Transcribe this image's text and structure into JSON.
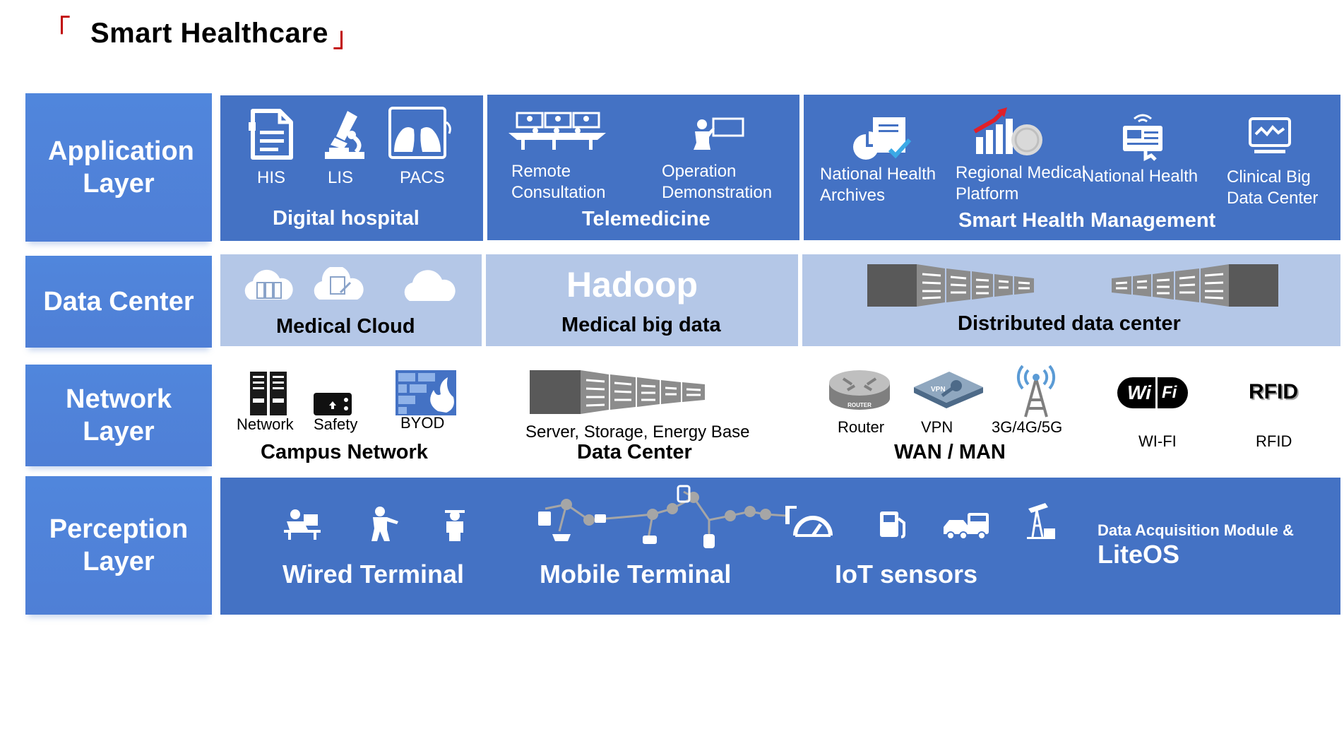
{
  "title": "Smart Healthcare",
  "layers": {
    "application": "Application Layer",
    "data_center": "Data Center",
    "network": "Network Layer",
    "perception": "Perception Layer"
  },
  "digital_hospital": {
    "title": "Digital hospital",
    "items": [
      "HIS",
      "LIS",
      "PACS"
    ]
  },
  "telemedicine": {
    "title": "Telemedicine",
    "items": [
      "Remote Consultation",
      "Operation Demonstration"
    ]
  },
  "smart_health": {
    "title": "Smart Health Management",
    "items": [
      "National Health Archives",
      "Regional Medical Platform",
      "National Health",
      "Clinical Big Data Center"
    ]
  },
  "medical_cloud": {
    "title": "Medical Cloud"
  },
  "big_data": {
    "logo": "Hadoop",
    "title": "Medical big data"
  },
  "distributed": {
    "title": "Distributed data center"
  },
  "campus": {
    "title": "Campus Network",
    "items": [
      "Network",
      "Safety",
      "BYOD"
    ]
  },
  "datacenter_net": {
    "title": "Data Center",
    "items": [
      "Server, Storage, Energy Base"
    ]
  },
  "wan": {
    "title": "WAN / MAN",
    "items": [
      "Router",
      "VPN",
      "3G/4G/5G"
    ],
    "router_tag": "ROUTER",
    "vpn_tag": "VPN"
  },
  "wifi": {
    "logo_left": "Wi",
    "logo_right": "Fi",
    "label": "WI-FI"
  },
  "rfid": {
    "logo": "RFID",
    "label": "RFID"
  },
  "perception": {
    "wired": "Wired Terminal",
    "mobile": "Mobile Terminal",
    "iot": "IoT sensors",
    "module": "Data Acquisition Module &",
    "os": "LiteOS"
  },
  "colors": {
    "dark_blue": "#4472c4",
    "light_blue": "#b4c7e7",
    "label_blue": "#4f81d8",
    "accent_red": "#c00000"
  }
}
